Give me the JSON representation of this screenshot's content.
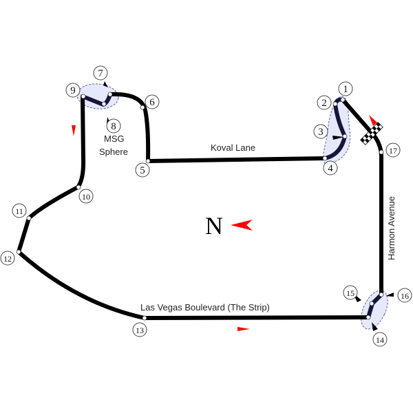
{
  "title": "Las Vegas Strip Circuit",
  "streets": {
    "koval": "Koval Lane",
    "harmon": "Harmon Avenue",
    "strip": "Las Vegas Boulevard (The Strip)",
    "sphere_line1": "MSG",
    "sphere_line2": "Sphere"
  },
  "compass": "N",
  "turns": [
    "1",
    "2",
    "3",
    "4",
    "5",
    "6",
    "7",
    "8",
    "9",
    "10",
    "11",
    "12",
    "13",
    "14",
    "15",
    "16",
    "17"
  ],
  "colors": {
    "track": "#000000",
    "drs_zone": "#e6e8fb",
    "direction_arrow": "#ff0000",
    "slow_section": "#15163a"
  }
}
